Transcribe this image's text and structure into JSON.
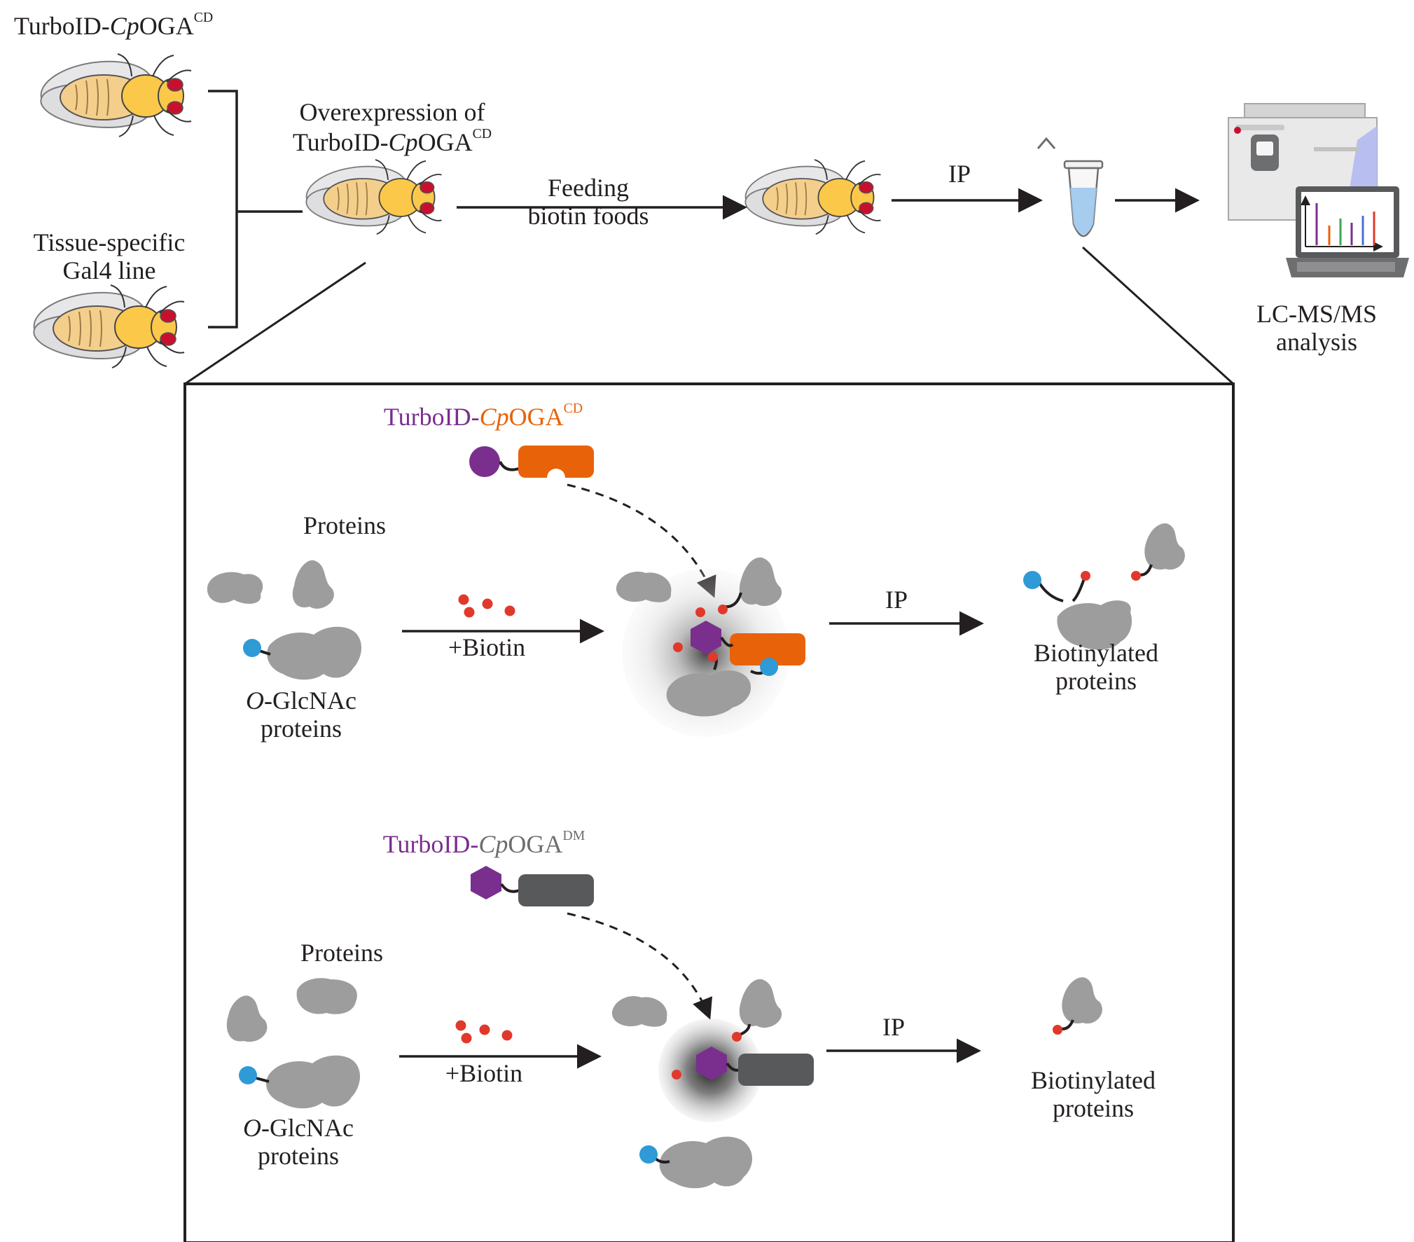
{
  "top": {
    "construct_prefix": "TurboID-",
    "construct_italic": "Cp",
    "construct_main": "OGA",
    "construct_sup": "CD",
    "gal4_line1": "Tissue-specific",
    "gal4_line2": "Gal4 line",
    "overexpression_line1": "Overexpression of",
    "feeding_line1": "Feeding",
    "feeding_line2": "biotin foods",
    "ip": "IP",
    "lcms_line1": "LC-MS/MS",
    "lcms_line2": "analysis"
  },
  "panel_cd": {
    "construct_prefix": "TurboID-",
    "construct_italic": "Cp",
    "construct_main": "OGA",
    "construct_sup": "CD",
    "proteins": "Proteins",
    "oglc_italic": "O",
    "oglc_rest": "-GlcNAc",
    "oglc_line2": "proteins",
    "biotin": "+Biotin",
    "ip": "IP",
    "result_line1": "Biotinylated",
    "result_line2": "proteins"
  },
  "panel_dm": {
    "construct_prefix": "TurboID-",
    "construct_italic": "Cp",
    "construct_main": "OGA",
    "construct_sup": "DM",
    "proteins": "Proteins",
    "oglc_italic": "O",
    "oglc_rest": "-GlcNAc",
    "oglc_line2": "proteins",
    "biotin": "+Biotin",
    "ip": "IP",
    "result_line1": "Biotinylated",
    "result_line2": "proteins"
  },
  "colors": {
    "turboid": "#7a2f8e",
    "oga_cd": "#e86209",
    "oga_dm": "#58595b",
    "protein": "#9d9d9d",
    "biotin": "#e0392b",
    "glcnac": "#2e9ad6",
    "fly_body": "#fbc84a",
    "fly_eye": "#c8102e"
  },
  "icons": [
    "fruit-fly-icon",
    "microtube-icon",
    "mass-spectrometer-icon",
    "laptop-chart-icon"
  ]
}
